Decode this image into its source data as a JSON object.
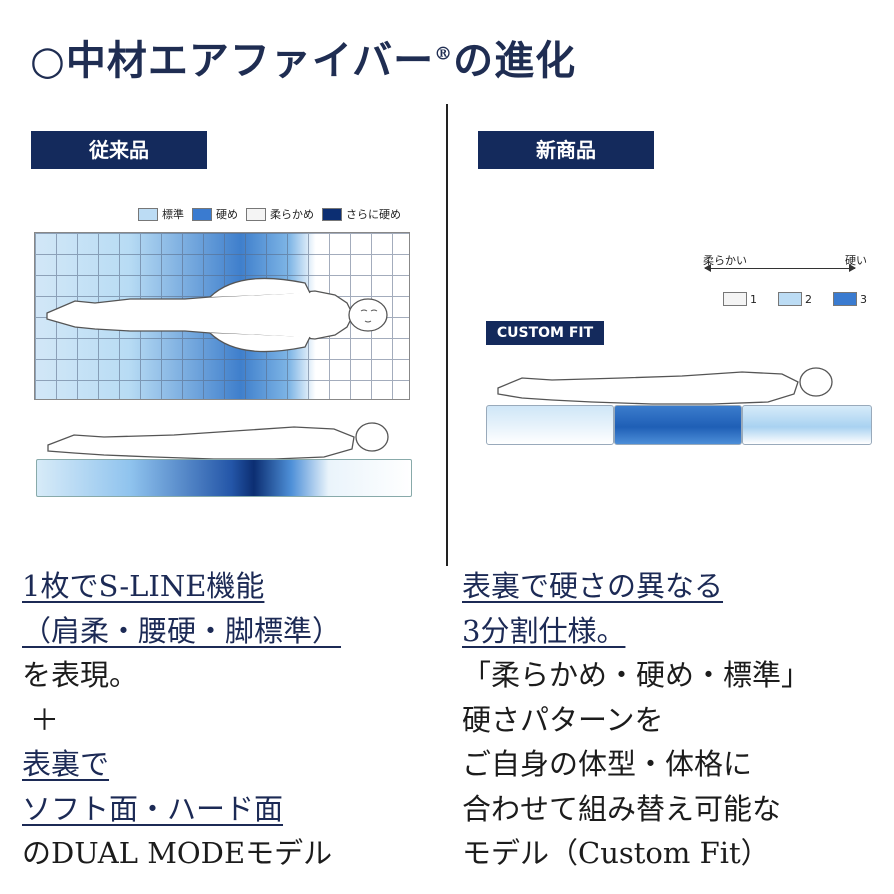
{
  "title": {
    "text": "○中材エアファイバー",
    "reg": "®",
    "suffix": "の進化"
  },
  "left_panel": {
    "header": "従来品",
    "legend": [
      {
        "label": "標準",
        "color": "#bcdcf4"
      },
      {
        "label": "硬め",
        "color": "#3a7bd0"
      },
      {
        "label": "柔らかめ",
        "color": "#f4f4f4"
      },
      {
        "label": "さらに硬め",
        "color": "#0c2e72"
      }
    ]
  },
  "right_panel": {
    "header": "新商品",
    "scale_soft": "柔らかい",
    "scale_hard": "硬い",
    "levels": [
      {
        "label": "1",
        "color": "#f4f4f4"
      },
      {
        "label": "2",
        "color": "#bcdcf4"
      },
      {
        "label": "3",
        "color": "#3a7bd0"
      }
    ],
    "badge": "CUSTOM FIT"
  },
  "left_text": {
    "line1": "1枚でS-LINE機能",
    "line2": "（肩柔・腰硬・脚標準）",
    "line3": "を表現。",
    "line4": "＋",
    "line5": "表裏で",
    "line6": "ソフト面・ハード面",
    "line7": "のDUAL MODEモデル"
  },
  "right_text": {
    "line1": "表裏で硬さの異なる",
    "line2": "3分割仕様。",
    "line3": "「柔らかめ・硬め・標準」",
    "line4": "硬さパターンを",
    "line5": "ご自身の体型・体格に",
    "line6": "合わせて組み替え可能な",
    "line7": "モデル（Custom Fit）"
  }
}
